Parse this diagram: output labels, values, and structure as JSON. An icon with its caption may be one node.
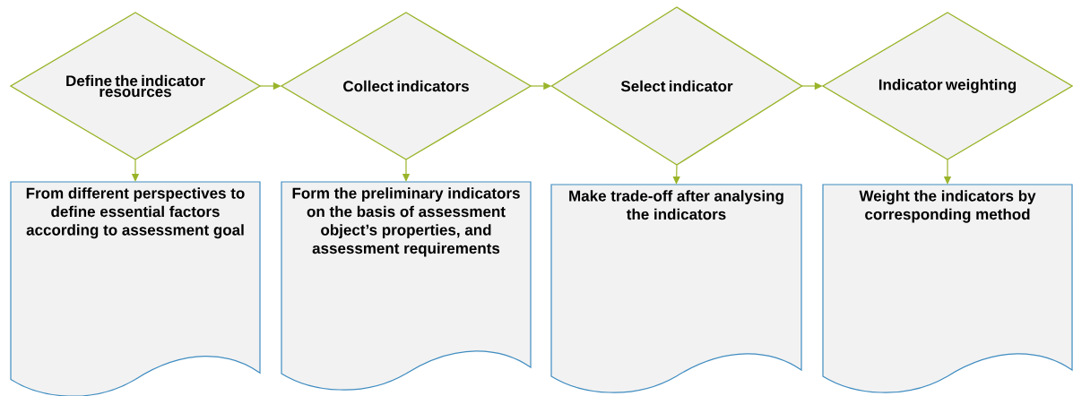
{
  "diagram": {
    "nodes": [
      {
        "text": [
          "Define the indicator resources"
        ]
      },
      {
        "text": [
          "Collect indicators"
        ]
      },
      {
        "text": [
          "Select indicator"
        ]
      },
      {
        "text": [
          "Indicator weighting"
        ]
      },
      {
        "text": [
          "From different perspectives to define essential factors according to assessment goal"
        ]
      },
      {
        "text": [
          "Form the preliminary indicators on the basis of assessment object’s properties, and assessment requirements"
        ]
      },
      {
        "text": [
          "Make trade-off after analysing the indicators"
        ]
      },
      {
        "text": [
          "Weight the indicators by corresponding method"
        ]
      }
    ],
    "edges": [
      {
        "from": 0,
        "to": 1,
        "arrow": "to"
      },
      {
        "from": 1,
        "to": 2,
        "arrow": "to"
      },
      {
        "from": 2,
        "to": 3,
        "arrow": "to"
      },
      {
        "from": 0,
        "to": 4,
        "arrow": "to"
      },
      {
        "from": 1,
        "to": 5,
        "arrow": "to"
      },
      {
        "from": 2,
        "to": 6,
        "arrow": "to"
      },
      {
        "from": 3,
        "to": 7,
        "arrow": "to"
      }
    ]
  }
}
